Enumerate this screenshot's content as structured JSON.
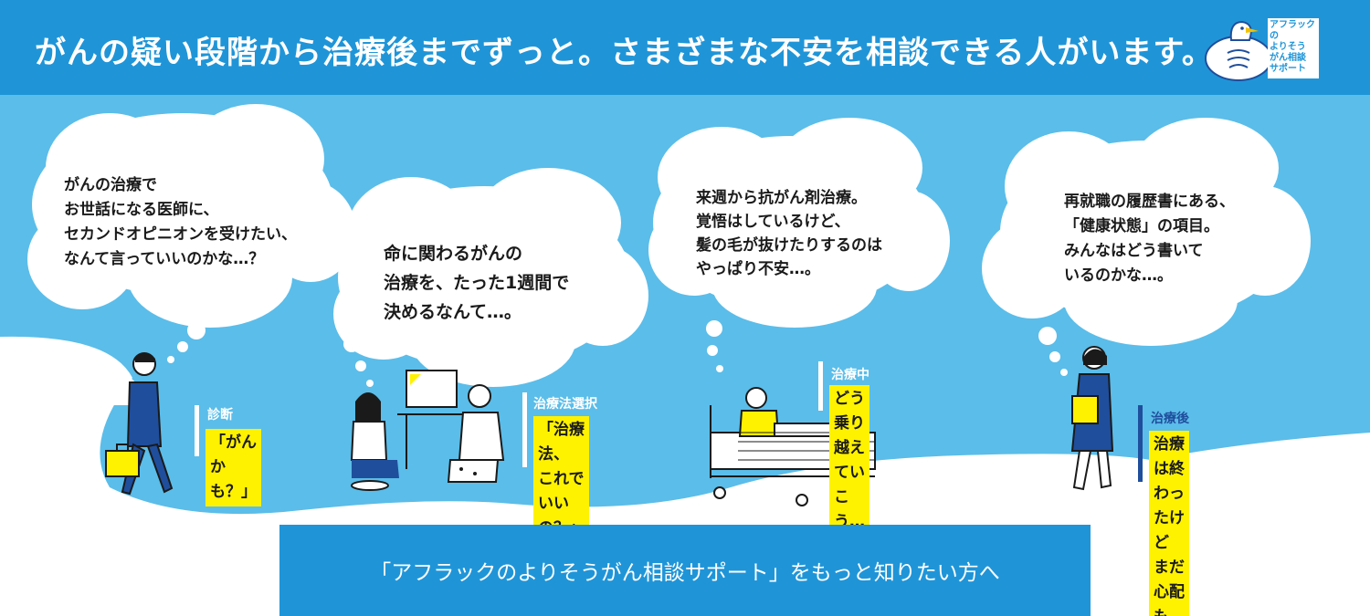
{
  "header": {
    "title": "がんの疑い段階から治療後までずっと。さまざまな不安を相談できる人がいます。",
    "logo_text": "アフラックの\nよりそう\nがん相談\nサポート"
  },
  "bubbles": [
    {
      "text": "がんの治療で\nお世話になる医師に、\nセカンドオピニオンを受けたい、\nなんて言っていいのかな…？"
    },
    {
      "text": "命に関わるがんの\n治療を、たった1週間で\n決めるなんて…。"
    },
    {
      "text": "来週から抗がん剤治療。\n覚悟はしているけど、\n髪の毛が抜けたりするのは\nやっぱり不安…。"
    },
    {
      "text": "再就職の履歴書にある、\n「健康状態」の項目。\nみんなはどう書いて\nいるのかな…。"
    }
  ],
  "stages": [
    {
      "label": "診断",
      "quote": "「がんかも？」"
    },
    {
      "label": "治療法選択",
      "quote": "「治療法、\nこれでいいの？」"
    },
    {
      "label": "治療中",
      "quote": "どう乗り越えていこう…"
    },
    {
      "label": "治療後",
      "quote": "治療は終わったけど\nまだ心配も…"
    }
  ],
  "cta": {
    "label": "「アフラックのよりそうがん相談サポート」をもっと知りたい方へ"
  },
  "colors": {
    "brand_blue": "#1f95d8",
    "sky": "#5bbde9",
    "highlight": "#fff200",
    "navy": "#1f4e9c"
  }
}
